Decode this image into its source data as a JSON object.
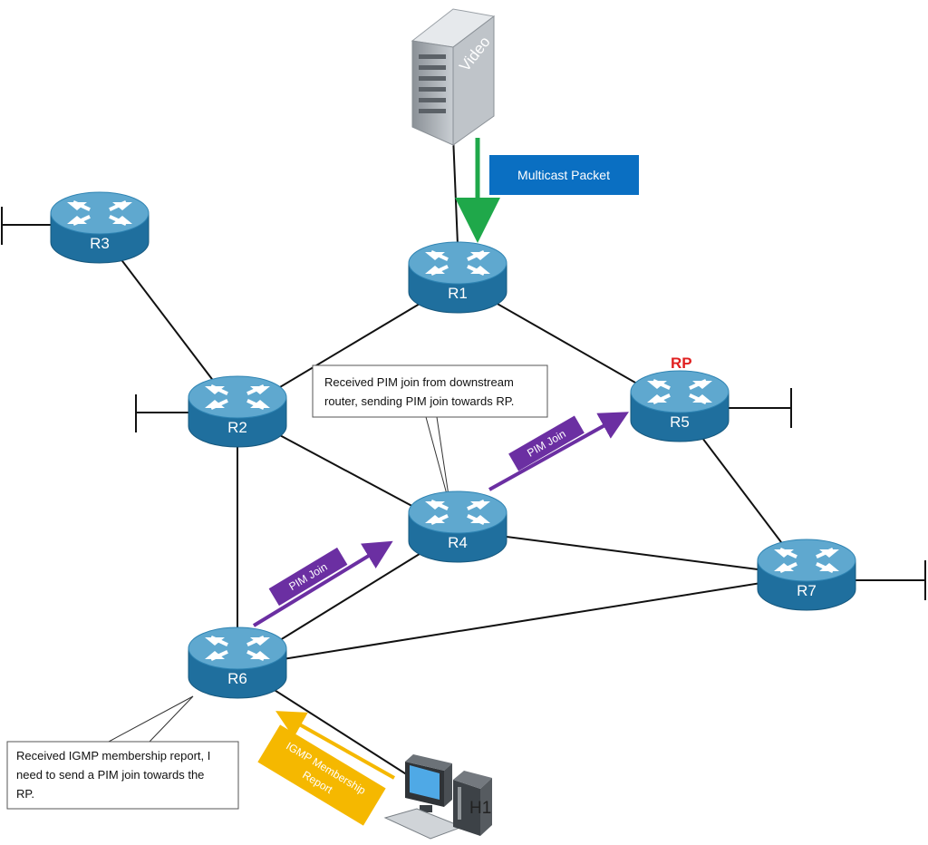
{
  "colors": {
    "router_top": "#5fa8cf",
    "router_side": "#1f6f9e",
    "link": "#111111",
    "multicast_arrow": "#1fa84a",
    "multicast_label_bg": "#0a6fc2",
    "pim_join": "#6b2fa2",
    "igmp": "#f5b800",
    "rp": "#e02020"
  },
  "server": {
    "label": "Video"
  },
  "multicast_label": "Multicast Packet",
  "routers": [
    {
      "id": "R1",
      "label": "R1"
    },
    {
      "id": "R2",
      "label": "R2"
    },
    {
      "id": "R3",
      "label": "R3"
    },
    {
      "id": "R4",
      "label": "R4"
    },
    {
      "id": "R5",
      "label": "R5"
    },
    {
      "id": "R6",
      "label": "R6"
    },
    {
      "id": "R7",
      "label": "R7"
    }
  ],
  "links": [
    [
      "R1",
      "R2"
    ],
    [
      "R1",
      "R5"
    ],
    [
      "R3",
      "R2"
    ],
    [
      "R2",
      "R4"
    ],
    [
      "R2",
      "R6"
    ],
    [
      "R4",
      "R6"
    ],
    [
      "R4",
      "R7"
    ],
    [
      "R5",
      "R7"
    ],
    [
      "R6",
      "R7"
    ],
    [
      "R1",
      "Video"
    ],
    [
      "R6",
      "H1"
    ]
  ],
  "rp_label": "RP",
  "host": {
    "label": "H1"
  },
  "pim_join_labels": {
    "r6_r4": "PIM Join",
    "r4_r5": "PIM Join"
  },
  "igmp_label": {
    "line1": "IGMP Membership",
    "line2": "Report"
  },
  "callouts": {
    "r4": {
      "line1": "Received PIM join from downstream",
      "line2": "router, sending PIM join towards RP."
    },
    "r6": {
      "line1": "Received IGMP membership report, I",
      "line2": "need to send a PIM join towards the",
      "line3": "RP."
    }
  }
}
